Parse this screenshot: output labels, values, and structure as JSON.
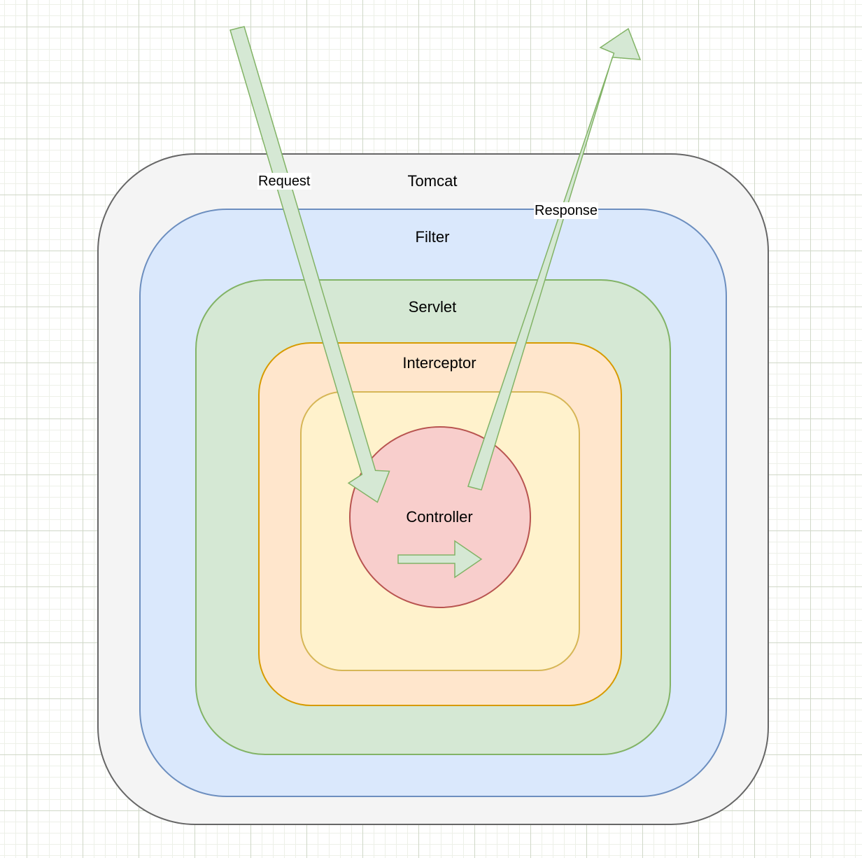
{
  "layers": {
    "tomcat": "Tomcat",
    "filter": "Filter",
    "servlet": "Servlet",
    "interceptor": "Interceptor",
    "controller": "Controller"
  },
  "edges": {
    "request": "Request",
    "response": "Response"
  },
  "colors": {
    "tomcat_fill": "#f4f4f4",
    "tomcat_stroke": "#666666",
    "filter_fill": "#dae8fc",
    "filter_stroke": "#6c8ebf",
    "servlet_fill": "#d5e8d4",
    "servlet_stroke": "#82b366",
    "interceptor_fill": "#ffe6cc",
    "interceptor_stroke": "#d79b00",
    "inner_fill": "#fff2cc",
    "inner_stroke": "#d6b656",
    "controller_fill": "#f8cecc",
    "controller_stroke": "#b85450",
    "arrow_fill": "#d5e8d4",
    "arrow_stroke": "#82b366"
  }
}
